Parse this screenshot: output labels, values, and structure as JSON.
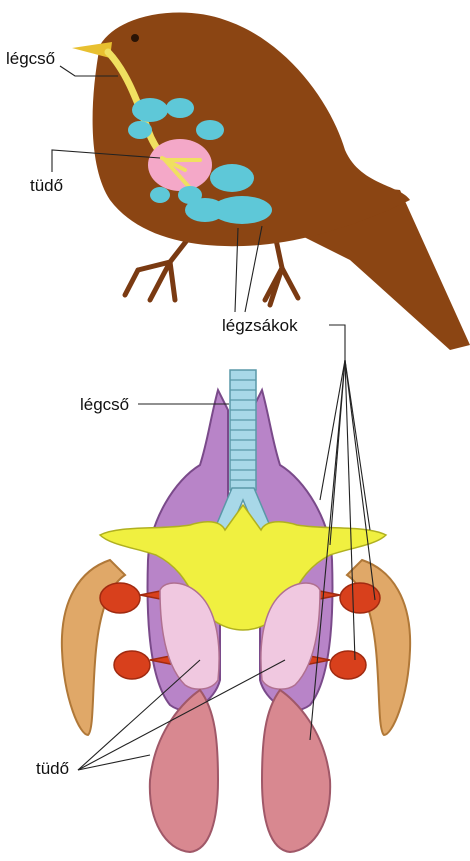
{
  "labels": {
    "bird_trachea": "légcső",
    "bird_lung": "tüdő",
    "air_sacs": "légzsákok",
    "anatomy_trachea": "légcső",
    "anatomy_lungs": "tüdő"
  },
  "colors": {
    "bird_body": "#8b4513",
    "bird_body_dark": "#6b3410",
    "beak": "#e8c030",
    "trachea_yellow": "#f0e060",
    "air_sac_cyan": "#5ec8d8",
    "lung_pink": "#f4a8c8",
    "trachea_rings": "#a8d8e8",
    "purple_sac": "#b884c8",
    "yellow_sac": "#f0f040",
    "orange_red_sac": "#d8401c",
    "tan_sac": "#e0a868",
    "lung_tissue": "#f0c8e0",
    "posterior_sac": "#d88890"
  },
  "icons": [
    "bird-silhouette",
    "respiratory-system"
  ]
}
